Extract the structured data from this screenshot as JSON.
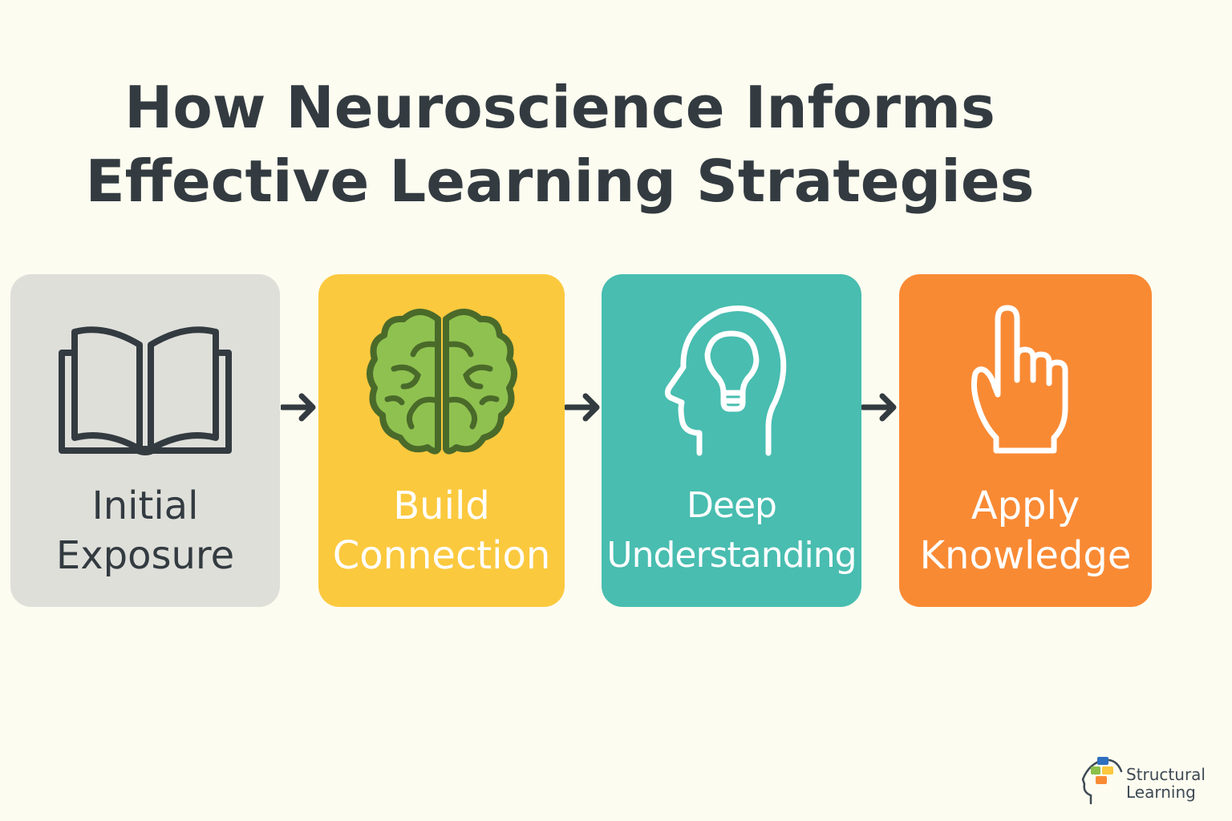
{
  "title": {
    "line1": "How Neuroscience Informs",
    "line2": "Effective Learning Strategies"
  },
  "steps": [
    {
      "line1": "Initial",
      "line2": "Exposure",
      "icon": "open-book-icon",
      "color": "#dfdfda"
    },
    {
      "line1": "Build",
      "line2": "Connection",
      "icon": "brain-icon",
      "color": "#fbc93e"
    },
    {
      "line1": "Deep",
      "line2": "Understanding",
      "icon": "head-lightbulb-icon",
      "color": "#48bdb0"
    },
    {
      "line1": "Apply",
      "line2": "Knowledge",
      "icon": "pointing-hand-icon",
      "color": "#f98a34"
    }
  ],
  "logo": {
    "line1": "Structural",
    "line2": "Learning"
  }
}
